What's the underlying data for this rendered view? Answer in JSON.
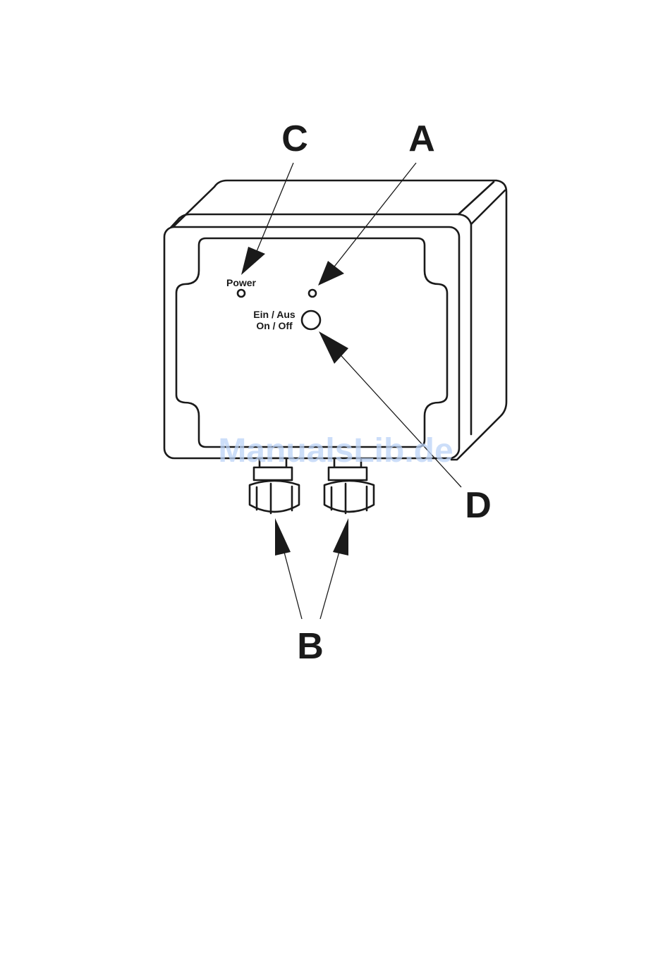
{
  "callouts": {
    "a": "A",
    "b": "B",
    "c": "C",
    "d": "D"
  },
  "panel": {
    "power_label": "Power",
    "switch_label_de": "Ein / Aus",
    "switch_label_en": "On / Off"
  },
  "watermark": "ManualsLib.de",
  "colors": {
    "line": "#1a1a1a",
    "watermark": "#bcd3f7"
  }
}
